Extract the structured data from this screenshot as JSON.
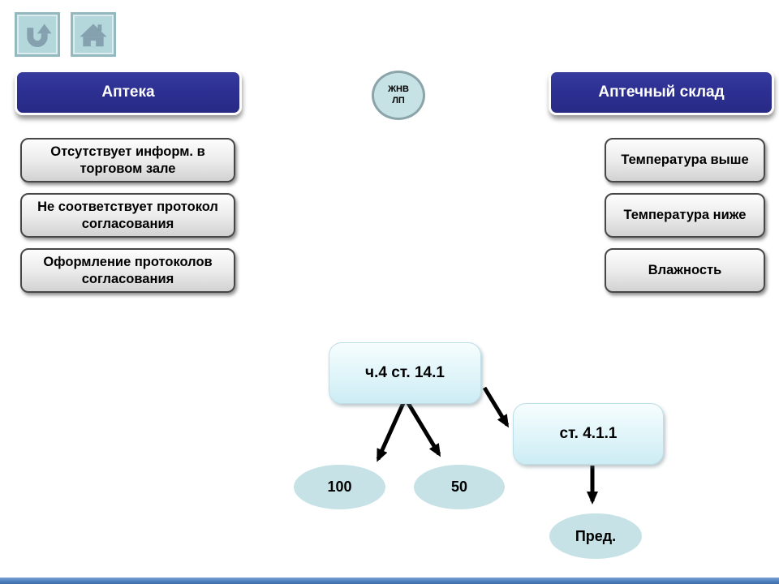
{
  "headers": {
    "pharmacy": "Аптека",
    "warehouse": "Аптечный склад"
  },
  "badge": {
    "line1": "ЖНВ",
    "line2": "ЛП"
  },
  "pharmacy_issues": [
    "Отсутствует информ. в торговом зале",
    "Не соответствует протокол согласования",
    "Оформление протоколов согласования"
  ],
  "warehouse_issues": [
    "Температура выше",
    "Температура ниже",
    "Влажность"
  ],
  "flowchart": {
    "root_label": "ч.4 ст. 14.1",
    "branch_label": "ст. 4.1.1",
    "leaf_100": "100",
    "leaf_50": "50",
    "leaf_pred": "Пред.",
    "edges": [
      {
        "from": "ч.4 ст. 14.1",
        "to": "100"
      },
      {
        "from": "ч.4 ст. 14.1",
        "to": "50"
      },
      {
        "from": "ч.4 ст. 14.1",
        "to": "ст. 4.1.1"
      },
      {
        "from": "ст. 4.1.1",
        "to": "Пред."
      }
    ]
  },
  "icons": {
    "back": "u-turn-arrow-icon",
    "home": "home-icon"
  },
  "colors": {
    "navy_header": "#2d3092",
    "icon_button_bg": "#b3d7db",
    "icon_glyph": "#7d98a8",
    "badge_fill": "#c6e2e5",
    "cyan_box_fill": "#d9f1f7",
    "oval_fill": "#c6e2e6",
    "arrow_black": "#000000",
    "bottom_bar_blue": "#4f81bd"
  }
}
